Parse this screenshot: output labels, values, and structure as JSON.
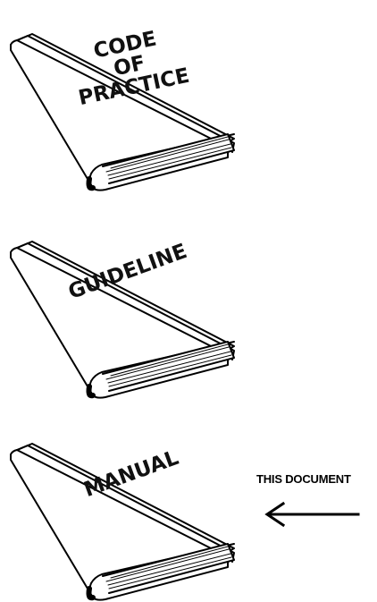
{
  "books": [
    {
      "cover_lines": [
        "CODE",
        "OF",
        "PRACTICE"
      ]
    },
    {
      "cover_lines": [
        "GUIDELINE"
      ]
    },
    {
      "cover_lines": [
        "MANUAL"
      ]
    }
  ],
  "pointer": {
    "label": "THIS DOCUMENT",
    "points_to": "MANUAL"
  },
  "colors": {
    "ink": "#000000",
    "page": "#ffffff"
  }
}
